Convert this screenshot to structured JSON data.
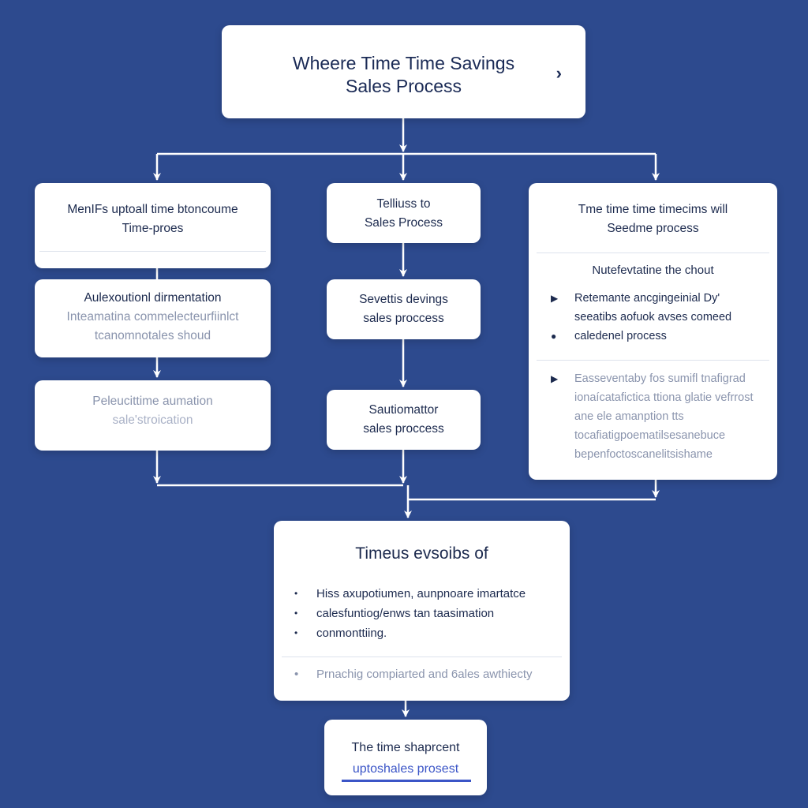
{
  "colors": {
    "background": "#2d4a8e",
    "node_fill": "#ffffff",
    "node_text": "#1c2a4e",
    "connector": "#ffffff",
    "accent": "#3b55c7"
  },
  "title": {
    "lines": [
      "Wheere Time Time Savings",
      "Sales Process"
    ],
    "icon": "chevron-right-icon"
  },
  "left_column": [
    {
      "lines": [
        "MenIFs uptoall time btoncoume",
        "Time-proes"
      ]
    },
    {
      "lines": [
        "Aulexoutionl dirmentation",
        "Inteamatina commelecteurfiinlct",
        "tcanomnotales shoud"
      ]
    },
    {
      "lines": [
        "Peleucittime aumation",
        "sale'stroication"
      ]
    }
  ],
  "middle_column": [
    {
      "lines": [
        "Telliuss to",
        "Sales Process"
      ]
    },
    {
      "lines": [
        "Sevettis devings",
        "sales proccess"
      ]
    },
    {
      "lines": [
        "Sautiomattor",
        "sales proccess"
      ]
    }
  ],
  "right_column": {
    "lines": [
      "Tme time time timecims will",
      "Seedme process"
    ],
    "subheading": "Nutefevtatine the chout",
    "list_a": [
      {
        "marker": "triangle-bullet",
        "text": "Retemante ancgingeinial Dy' seeatibs aofuok avses comeed"
      },
      {
        "marker": "dot-bullet",
        "text": "caledenel process"
      }
    ],
    "list_b": [
      {
        "marker": "triangle-bullet",
        "text": "Easseventaby fos sumifl tnafigrad ionaícatafictica ttiona glatie vefrrost ane ele amanption tts tocafiatigpoematilsesanebuce bepenfoctoscanelitsishame"
      }
    ]
  },
  "result": {
    "heading": "Timeus evsoibs of",
    "items": [
      "Hiss axupotiumen, aunpnoare imartatce",
      "calesfuntiog/enws tan taasimation",
      "conmonttiing."
    ],
    "footer": "Prnachig compiarted and 6ales awthiecty"
  },
  "final": {
    "line1": "The time shaprcent",
    "line2": "uptoshales prosest"
  }
}
